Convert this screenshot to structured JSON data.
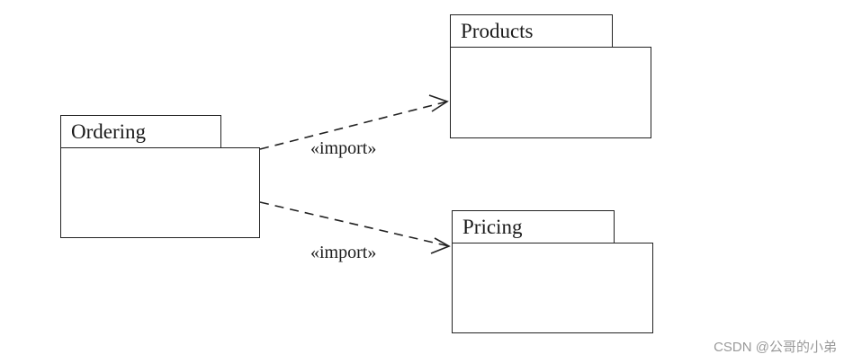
{
  "packages": {
    "ordering": {
      "name": "Ordering"
    },
    "products": {
      "name": "Products"
    },
    "pricing": {
      "name": "Pricing"
    }
  },
  "dependencies": [
    {
      "from": "Ordering",
      "to": "Products",
      "stereotype": "«import»"
    },
    {
      "from": "Ordering",
      "to": "Pricing",
      "stereotype": "«import»"
    }
  ],
  "watermark": "CSDN @公哥的小弟"
}
